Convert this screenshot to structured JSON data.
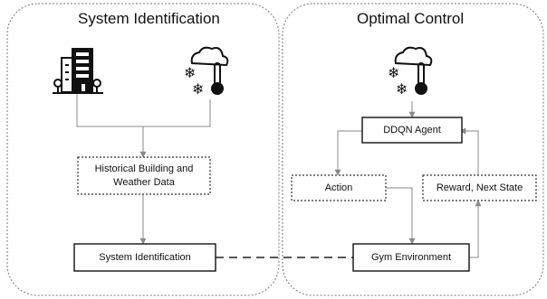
{
  "panels": {
    "left": {
      "title": "System Identification"
    },
    "right": {
      "title": "Optimal Control"
    }
  },
  "nodes": {
    "historical_data": "Historical Building and Weather Data",
    "sysid_box": "System Identification",
    "ddqn_agent": "DDQN Agent",
    "action": "Action",
    "reward_state": "Reward, Next State",
    "gym_env": "Gym Environment"
  },
  "icons": {
    "building": "building-icon",
    "weather_left": "weather-icon",
    "weather_right": "weather-icon"
  }
}
